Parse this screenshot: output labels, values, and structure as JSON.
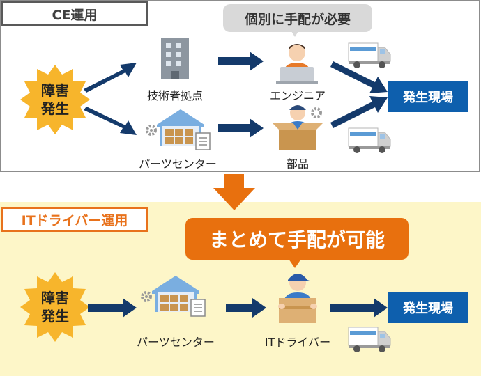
{
  "ce_section": {
    "tag": "CE運用",
    "bubble": "個別に手配が必要",
    "incident": [
      "障害",
      "発生"
    ],
    "tech_base": "技術者拠点",
    "engineer": "エンジニア",
    "parts_center": "パーツセンター",
    "parts": "部品",
    "site": "発生現場"
  },
  "it_section": {
    "tag": "ITドライバー運用",
    "bubble": "まとめて手配が可能",
    "incident": [
      "障害",
      "発生"
    ],
    "parts_center": "パーツセンター",
    "driver": "ITドライバー",
    "site": "発生現場"
  },
  "colors": {
    "arrow_navy": "#143a6b",
    "site_blue": "#0e5fad",
    "burst_yellow": "#f7b52c",
    "accent_orange": "#e8700e",
    "bottom_bg": "#fdf6c8",
    "truck_blue": "#5b9bd5"
  }
}
